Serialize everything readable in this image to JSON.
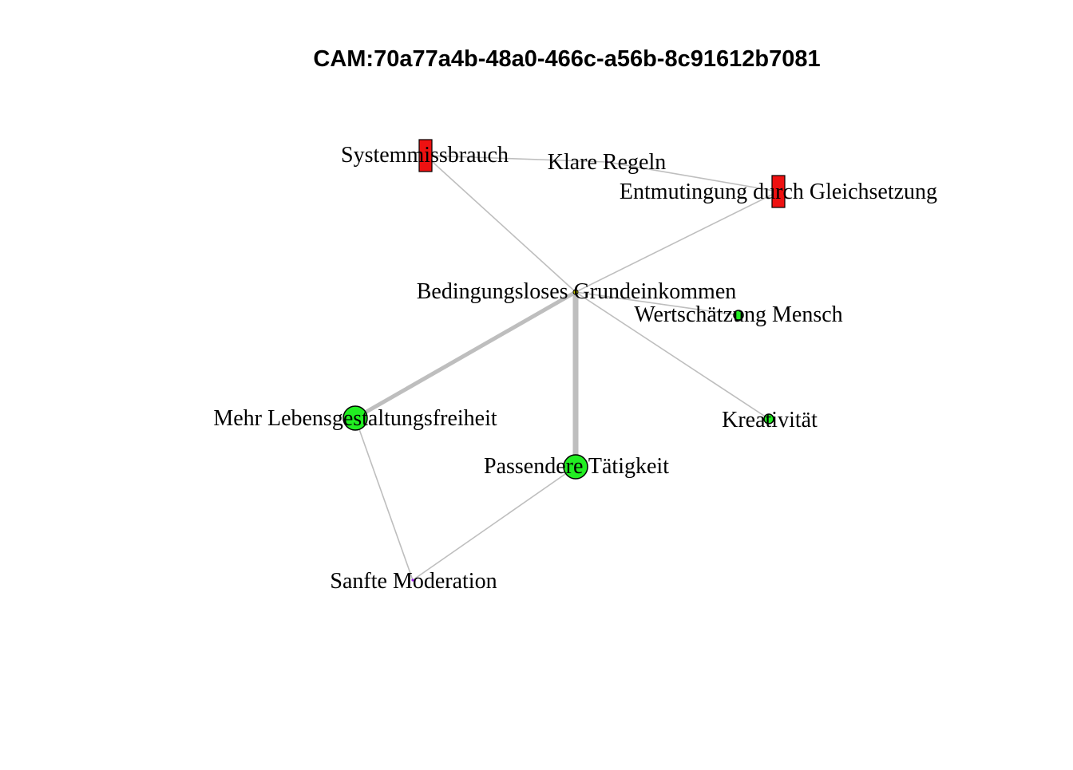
{
  "title": "CAM:70a77a4b-48a0-466c-a56b-8c91612b7081",
  "colors": {
    "edge": "#bebebe",
    "positive": "#22ee22",
    "negative": "#ee1111",
    "neutral": "#ffff00",
    "ambivalent": "#a020f0",
    "stroke": "#000000"
  },
  "nodes": [
    {
      "id": "sys",
      "label": "Systemmissbrauch",
      "valence": "negative",
      "shape": "rect"
    },
    {
      "id": "klare",
      "label": "Klare Regeln",
      "valence": "ambivalent",
      "shape": "dot"
    },
    {
      "id": "entm",
      "label": "Entmutingung durch Gleichsetzung",
      "valence": "negative",
      "shape": "rect"
    },
    {
      "id": "bge",
      "label": "Bedingungsloses Grundeinkommen",
      "valence": "neutral",
      "shape": "small"
    },
    {
      "id": "wert",
      "label": "Wertschätzung Mensch",
      "valence": "positive",
      "shape": "circle"
    },
    {
      "id": "mehr",
      "label": "Mehr Lebensgestaltungsfreiheit",
      "valence": "positive",
      "shape": "circle"
    },
    {
      "id": "krea",
      "label": "Kreativität",
      "valence": "positive",
      "shape": "circle"
    },
    {
      "id": "pass",
      "label": "Passendere Tätigkeit",
      "valence": "positive",
      "shape": "circle"
    },
    {
      "id": "sanfte",
      "label": "Sanfte Moderation",
      "valence": "ambivalent",
      "shape": "dot"
    }
  ],
  "edges": [
    {
      "from": "sys",
      "to": "klare",
      "weight": 1
    },
    {
      "from": "klare",
      "to": "entm",
      "weight": 1
    },
    {
      "from": "sys",
      "to": "bge",
      "weight": 1
    },
    {
      "from": "entm",
      "to": "bge",
      "weight": 1
    },
    {
      "from": "bge",
      "to": "wert",
      "weight": 1
    },
    {
      "from": "bge",
      "to": "krea",
      "weight": 1
    },
    {
      "from": "bge",
      "to": "mehr",
      "weight": 3
    },
    {
      "from": "bge",
      "to": "pass",
      "weight": 5
    },
    {
      "from": "mehr",
      "to": "sanfte",
      "weight": 1
    },
    {
      "from": "pass",
      "to": "sanfte",
      "weight": 1
    }
  ]
}
